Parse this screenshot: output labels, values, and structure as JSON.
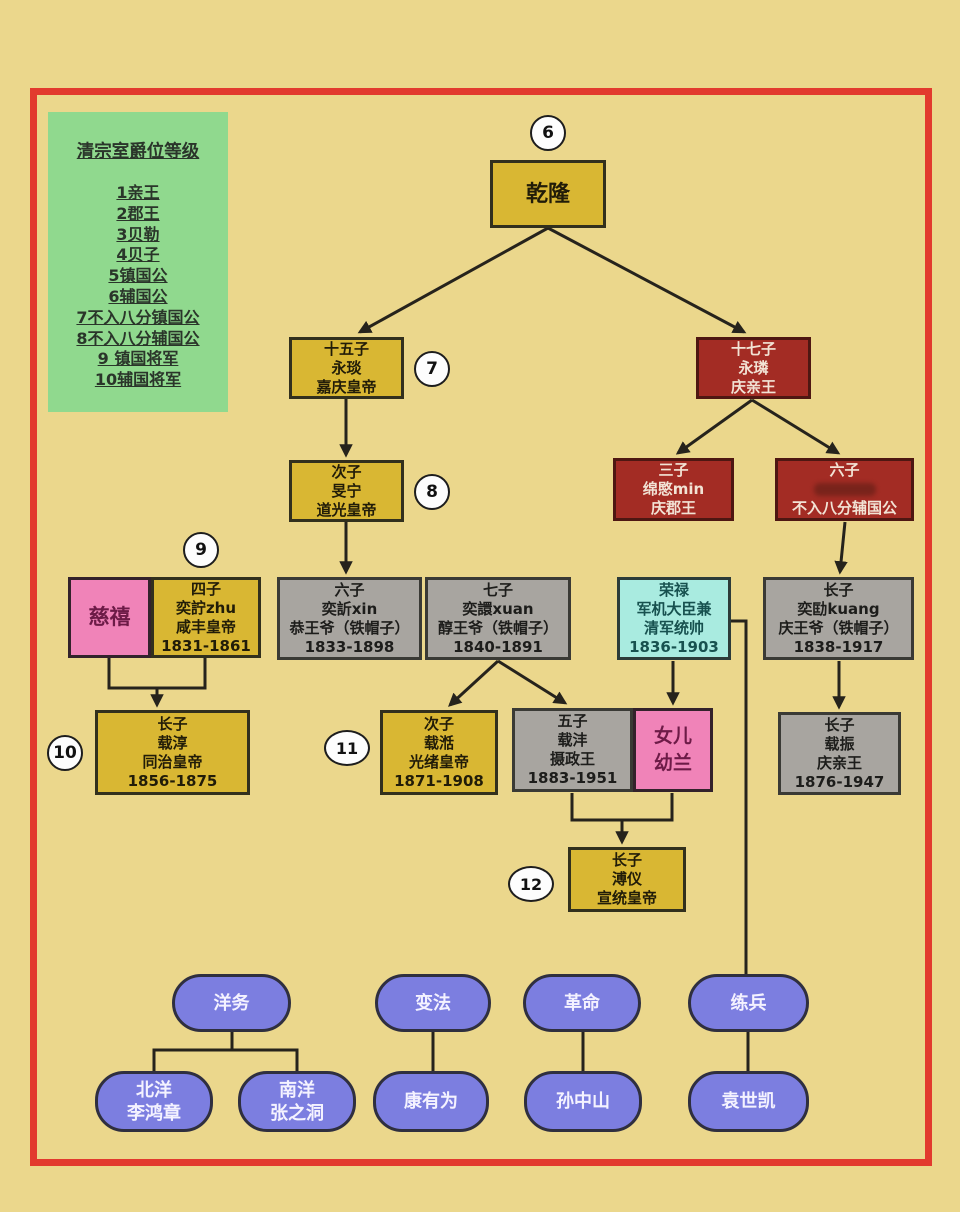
{
  "colors": {
    "background": "#ebd78c",
    "frame_red": "#e23a2e",
    "legend_green": "#90d98e",
    "emperor_gold": "#d9b733",
    "prince_dark_red": "#a32c24",
    "prince_gray": "#a8a5a0",
    "female_pink": "#f083b8",
    "ronglu_cyan": "#a9ebe0",
    "theme_blue": "#7c7ee0"
  },
  "legend": {
    "title": "清宗室爵位等级",
    "items": [
      "1亲王",
      "2郡王",
      "3贝勒",
      "4贝子",
      "5镇国公",
      "6辅国公",
      "7不入八分镇国公",
      "8不入八分辅国公",
      "9 镇国将军",
      "10辅国将军"
    ]
  },
  "badges": {
    "b6": "6",
    "b7": "7",
    "b8": "8",
    "b9": "9",
    "b10": "10",
    "b11": "11",
    "b12": "12"
  },
  "nodes": {
    "qianlong": {
      "lines": [
        "乾隆"
      ]
    },
    "son15": {
      "lines": [
        "十五子",
        "永琰",
        "嘉庆皇帝"
      ]
    },
    "son17": {
      "lines": [
        "十七子",
        "永璘",
        "庆亲王"
      ]
    },
    "minning": {
      "lines": [
        "次子",
        "旻宁",
        "道光皇帝"
      ]
    },
    "mianmin": {
      "lines": [
        "三子",
        "绵愍min",
        "庆郡王"
      ]
    },
    "son6": {
      "line1": "六子",
      "line2_smudged": true,
      "line3": "不入八分辅国公"
    },
    "cixi": {
      "lines": [
        "慈禧"
      ]
    },
    "yizhu": {
      "lines": [
        "四子",
        "奕詝zhu",
        "咸丰皇帝",
        "1831-1861"
      ]
    },
    "yixin": {
      "lines": [
        "六子",
        "奕訢xin",
        "恭王爷（铁帽子）",
        "1833-1898"
      ]
    },
    "yixuan": {
      "lines": [
        "七子",
        "奕譞xuan",
        "醇王爷（铁帽子）",
        "1840-1891"
      ]
    },
    "ronglu": {
      "lines": [
        "荣禄",
        "军机大臣兼",
        "清军统帅",
        "1836-1903"
      ]
    },
    "yikuang": {
      "lines": [
        "长子",
        "奕劻kuang",
        "庆王爷（铁帽子）",
        "1838-1917"
      ]
    },
    "zaichun": {
      "lines": [
        "长子",
        "载淳",
        "同治皇帝",
        "1856-1875"
      ]
    },
    "zaitian": {
      "lines": [
        "次子",
        "载湉",
        "光绪皇帝",
        "1871-1908"
      ]
    },
    "zaifeng": {
      "lines": [
        "五子",
        "载沣",
        "摄政王",
        "1883-1951"
      ]
    },
    "youlan": {
      "lines": [
        "女儿",
        "幼兰"
      ]
    },
    "zaizhen": {
      "lines": [
        "长子",
        "载振",
        "庆亲王",
        "1876-1947"
      ]
    },
    "puyi": {
      "lines": [
        "长子",
        "溥仪",
        "宣统皇帝"
      ]
    },
    "yangwu": {
      "lines": [
        "洋务"
      ]
    },
    "bianfa": {
      "lines": [
        "变法"
      ]
    },
    "geming": {
      "lines": [
        "革命"
      ]
    },
    "lianbing": {
      "lines": [
        "练兵"
      ]
    },
    "beiyang": {
      "lines": [
        "北洋",
        "李鸿章"
      ]
    },
    "nanyang": {
      "lines": [
        "南洋",
        "张之洞"
      ]
    },
    "kangyouwei": {
      "lines": [
        "康有为"
      ]
    },
    "sunzhongshan": {
      "lines": [
        "孙中山"
      ]
    },
    "yuanshikai": {
      "lines": [
        "袁世凯"
      ]
    }
  }
}
